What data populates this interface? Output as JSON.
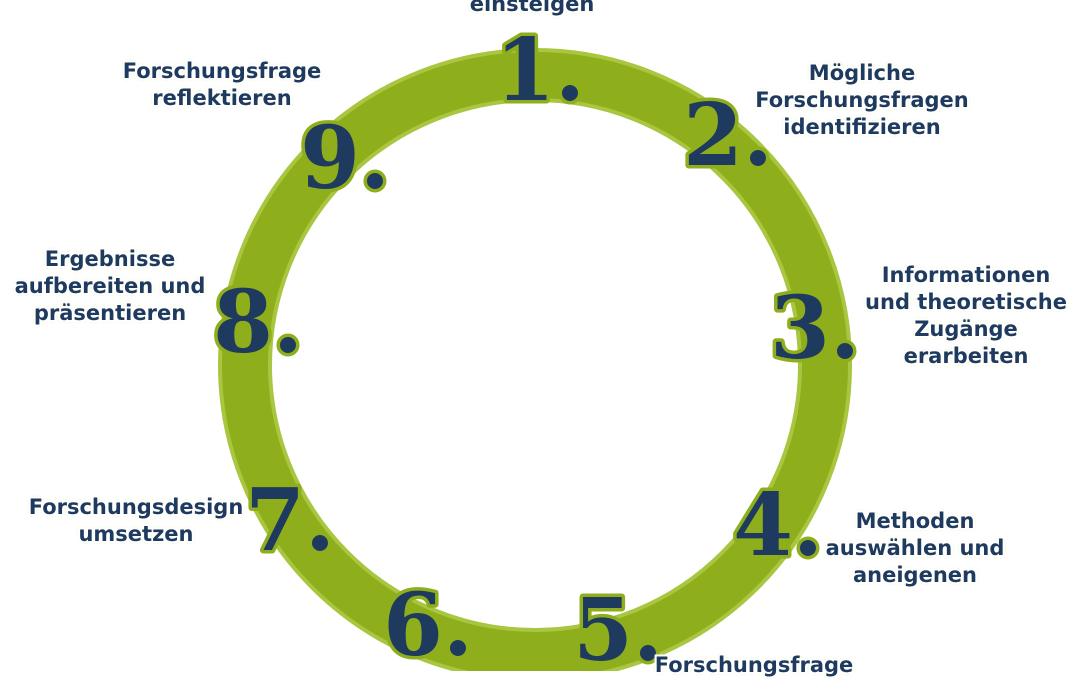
{
  "colors": {
    "ring": "#8fae1b",
    "ring_edge": "#a9c640",
    "numbers": "#1f3a5f",
    "labels": "#1f3a5f",
    "background": "#ffffff"
  },
  "steps": [
    {
      "number": "1.",
      "lines": [
        "einsteigen"
      ]
    },
    {
      "number": "2.",
      "lines": [
        "Mögliche",
        "Forschungsfragen",
        "identifizieren"
      ]
    },
    {
      "number": "3.",
      "lines": [
        "Informationen",
        "und theoretische",
        "Zugänge",
        "erarbeiten"
      ]
    },
    {
      "number": "4.",
      "lines": [
        "Methoden",
        "auswählen und",
        "aneigenen"
      ]
    },
    {
      "number": "5.",
      "lines": [
        "Forschungsfrage"
      ]
    },
    {
      "number": "6.",
      "lines": []
    },
    {
      "number": "7.",
      "lines": [
        "Forschungsdesign",
        "umsetzen"
      ]
    },
    {
      "number": "8.",
      "lines": [
        "Ergebnisse",
        "aufbereiten und",
        "präsentieren"
      ]
    },
    {
      "number": "9.",
      "lines": [
        "Forschungsfrage",
        "reflektieren"
      ]
    }
  ]
}
